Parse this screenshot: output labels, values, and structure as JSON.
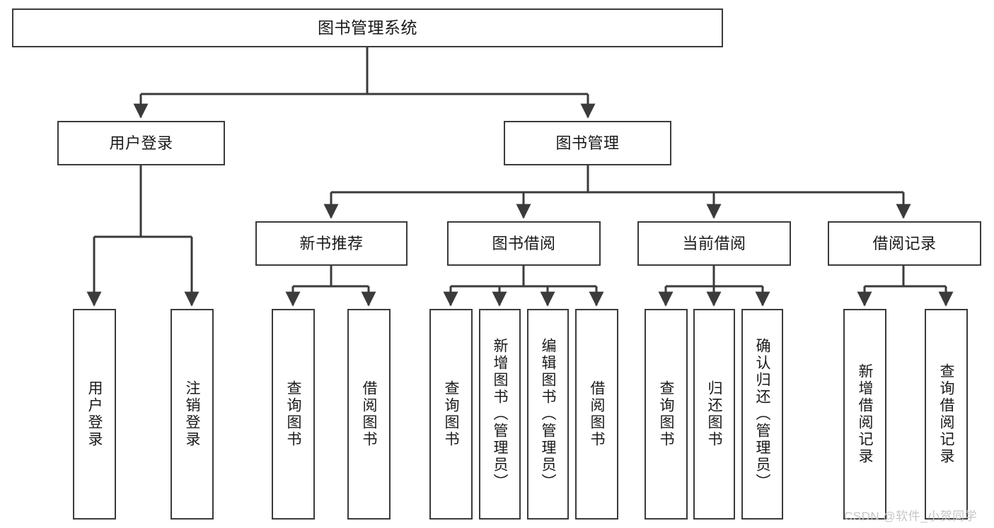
{
  "diagram": {
    "title": "图书管理系统",
    "type": "hierarchy-tree",
    "watermark": "CSDN @软件_小贺同学",
    "colors": {
      "line": "#3b3b3b",
      "box_border": "#3b3b3b",
      "box_fill": "#ffffff",
      "text": "#1a1a1a",
      "watermark": "#c6c6c6"
    },
    "root": {
      "label": "图书管理系统"
    },
    "level1": [
      {
        "label": "用户登录"
      },
      {
        "label": "图书管理"
      }
    ],
    "level2": [
      {
        "label": "新书推荐"
      },
      {
        "label": "图书借阅"
      },
      {
        "label": "当前借阅"
      },
      {
        "label": "借阅记录"
      }
    ],
    "leaves": {
      "user_login": [
        {
          "label": "用户登录"
        },
        {
          "label": "注销登录"
        }
      ],
      "new_book_recommend": [
        {
          "label": "查询图书"
        },
        {
          "label": "借阅图书"
        }
      ],
      "book_borrow": [
        {
          "label": "查询图书"
        },
        {
          "label": "新增图书（管理员）"
        },
        {
          "label": "编辑图书（管理员）"
        },
        {
          "label": "借阅图书"
        }
      ],
      "current_borrow": [
        {
          "label": "查询图书"
        },
        {
          "label": "归还图书"
        },
        {
          "label": "确认归还（管理员）"
        }
      ],
      "borrow_record": [
        {
          "label": "新增借阅记录"
        },
        {
          "label": "查询借阅记录"
        }
      ]
    }
  }
}
